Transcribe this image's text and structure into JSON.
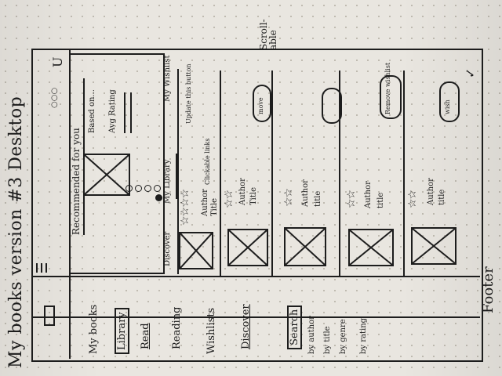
{
  "sketch_title": "My books version #3 Desktop",
  "header": {
    "logo_icon": "rectangle-logo",
    "menu_icon": "hamburger-icon",
    "window_controls": "○○○",
    "scroll_indicator": "U"
  },
  "sidebar": {
    "heading": "My books",
    "items": [
      {
        "label": "Library"
      },
      {
        "label": "Read"
      },
      {
        "label": "Reading"
      },
      {
        "label": "Wishlists"
      },
      {
        "label": "Discover"
      },
      {
        "label": "Search"
      }
    ],
    "search_filters": [
      "by author",
      "by title",
      "by genre",
      "by rating"
    ]
  },
  "recommended": {
    "title": "Recommended for you",
    "based_on": "Based on...",
    "avg_rating": "Avg Rating"
  },
  "tabs": {
    "discover": "Discover",
    "library": "My Library",
    "wishlist": "My Wishlist"
  },
  "books": [
    {
      "author": "Author",
      "title": "Title",
      "note": "Clickable links"
    },
    {
      "author": "Author",
      "title": "Title"
    },
    {
      "author": "Author",
      "title": "title"
    },
    {
      "author": "Author",
      "title": "title"
    },
    {
      "author": "Author",
      "title": "title"
    }
  ],
  "buttons": {
    "update": "Update this button",
    "move": "move",
    "remove": "Remove wishlist",
    "wish": "wish"
  },
  "annotations": {
    "scrollable": "Scroll-able"
  },
  "footer": {
    "label": "Footer"
  }
}
